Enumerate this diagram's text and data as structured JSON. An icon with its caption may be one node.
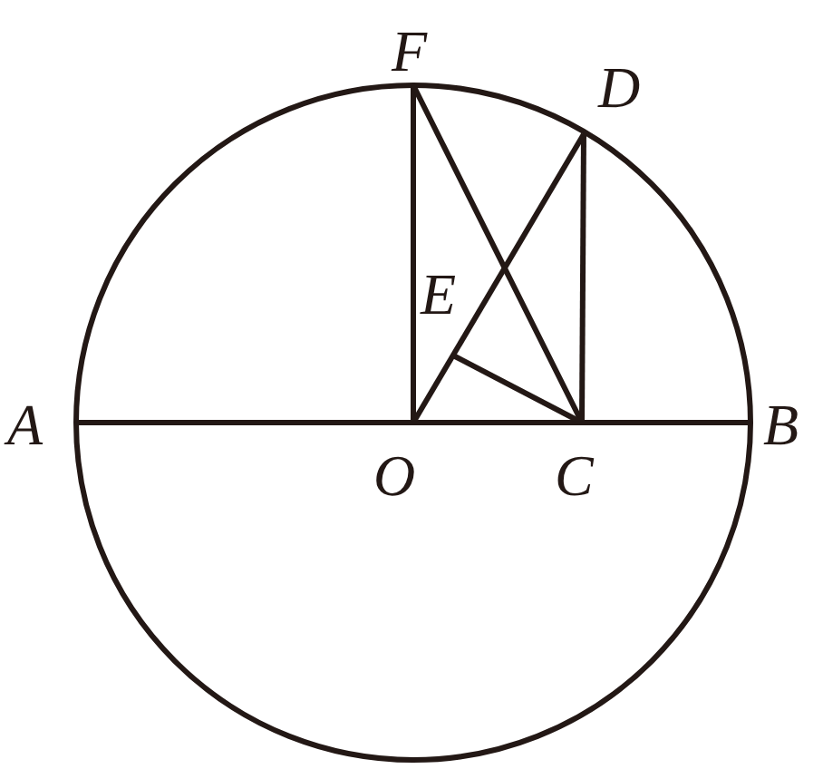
{
  "diagram": {
    "nodes": [
      {
        "text": [
          "F"
        ]
      },
      {
        "text": [
          "D"
        ]
      },
      {
        "text": [
          "E"
        ]
      },
      {
        "text": [
          "A"
        ]
      },
      {
        "text": [
          "O"
        ]
      },
      {
        "text": [
          "C"
        ]
      },
      {
        "text": [
          "B"
        ]
      }
    ],
    "edges": [
      {
        "from": 3,
        "to": 6,
        "arrow": "none"
      },
      {
        "from": 4,
        "to": 0,
        "arrow": "none"
      },
      {
        "from": 0,
        "to": 5,
        "arrow": "none"
      },
      {
        "from": 4,
        "to": 1,
        "arrow": "none"
      },
      {
        "from": 1,
        "to": 5,
        "arrow": "none"
      },
      {
        "from": null,
        "to": 5,
        "arrow": "none"
      }
    ]
  }
}
